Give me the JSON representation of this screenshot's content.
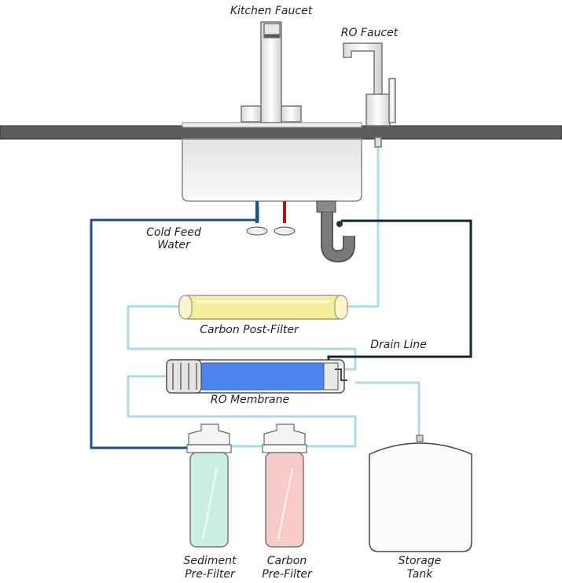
{
  "labels": {
    "kitchen_faucet": "Kitchen Faucet",
    "ro_faucet": "RO Faucet",
    "cold_feed_line1": "Cold Feed",
    "cold_feed_line2": "Water",
    "carbon_post_filter": "Carbon Post-Filter",
    "drain_line": "Drain Line",
    "ro_membrane": "RO Membrane",
    "sediment_line1": "Sediment",
    "sediment_line2": "Pre-Filter",
    "carbon_pre_line1": "Carbon",
    "carbon_pre_line2": "Pre-Filter",
    "storage_line1": "Storage",
    "storage_line2": "Tank"
  },
  "colors": {
    "cold_feed_line": "#1e4f8a",
    "drain_line": "#0e2440",
    "purified_line": "#a8dcea",
    "hot_supply": "#b01818",
    "countertop": "#5c5c5c",
    "sink": "#f3f3f3",
    "post_filter": "#f7ee9a",
    "membrane": "#4d86ef",
    "sediment_filter": "#c8efe2",
    "carbon_pre_filter": "#f6cbc8",
    "drain_trap": "#6c6c6c"
  }
}
